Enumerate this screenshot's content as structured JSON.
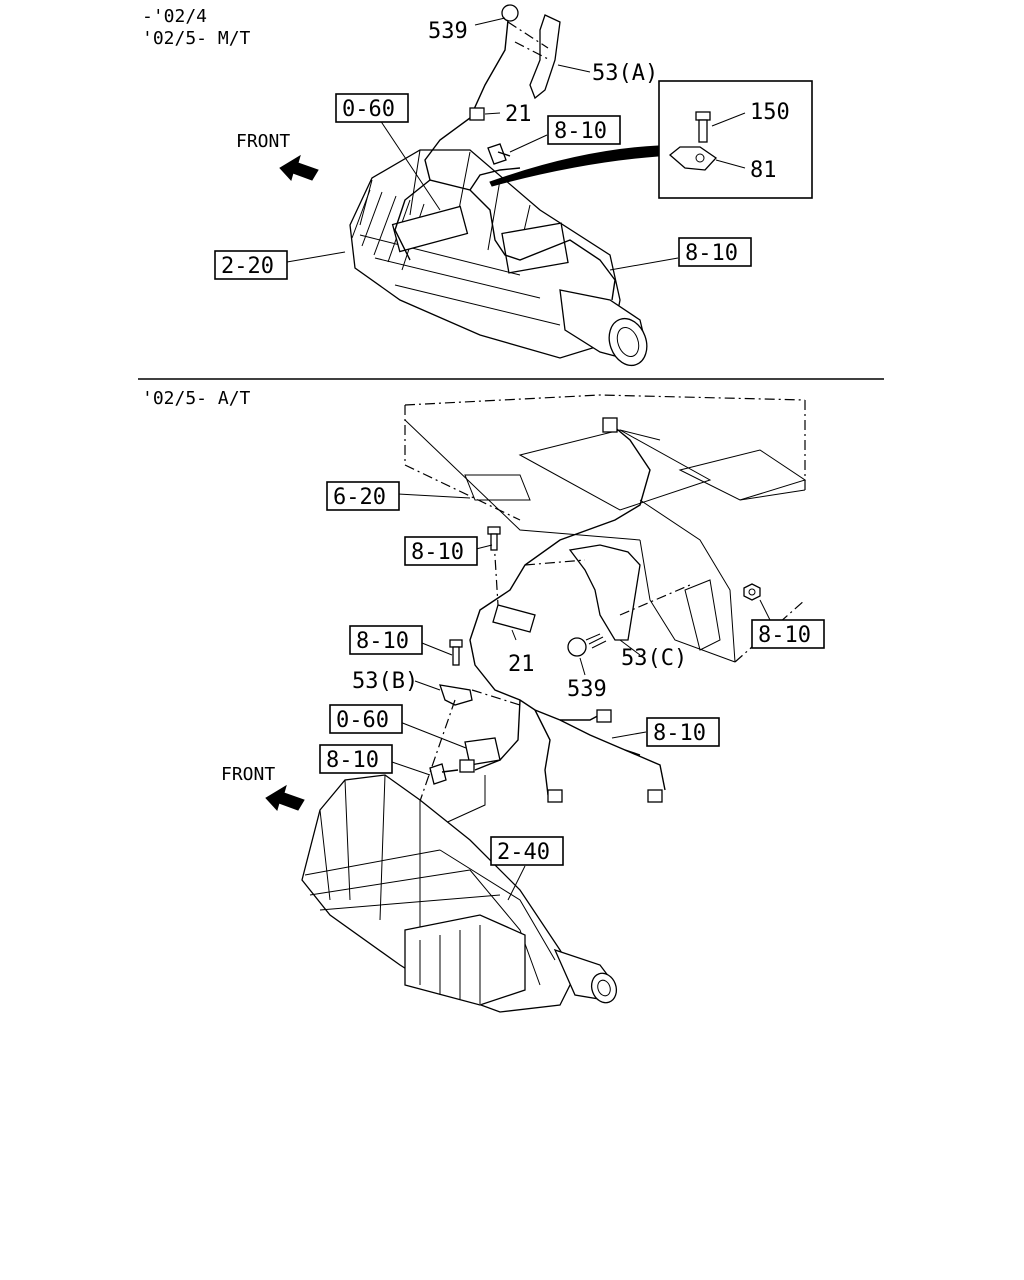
{
  "sections": {
    "mt": {
      "header_line1": "-'02/4",
      "header_line2": "'02/5- M/T",
      "front_label": "FRONT",
      "callouts": {
        "part_539": "539",
        "part_53a": "53(A)",
        "part_21": "21",
        "ref_0_60": "0-60",
        "ref_8_10_bolt": "8-10",
        "ref_2_20": "2-20",
        "ref_8_10_harness": "8-10",
        "part_150": "150",
        "part_81": "81"
      }
    },
    "at": {
      "header": "'02/5- A/T",
      "front_label": "FRONT",
      "callouts": {
        "ref_6_20": "6-20",
        "ref_8_10_top": "8-10",
        "ref_8_10_right": "8-10",
        "part_21": "21",
        "part_53c": "53(C)",
        "part_539": "539",
        "ref_8_10_left": "8-10",
        "part_53b": "53(B)",
        "ref_0_60": "0-60",
        "ref_8_10_harness": "8-10",
        "ref_8_10_bolt": "8-10",
        "ref_2_40": "2-40"
      }
    }
  },
  "icons": [
    "front-arrow-icon",
    "bolt-icon",
    "clip-icon",
    "nut-icon",
    "plug-icon"
  ]
}
